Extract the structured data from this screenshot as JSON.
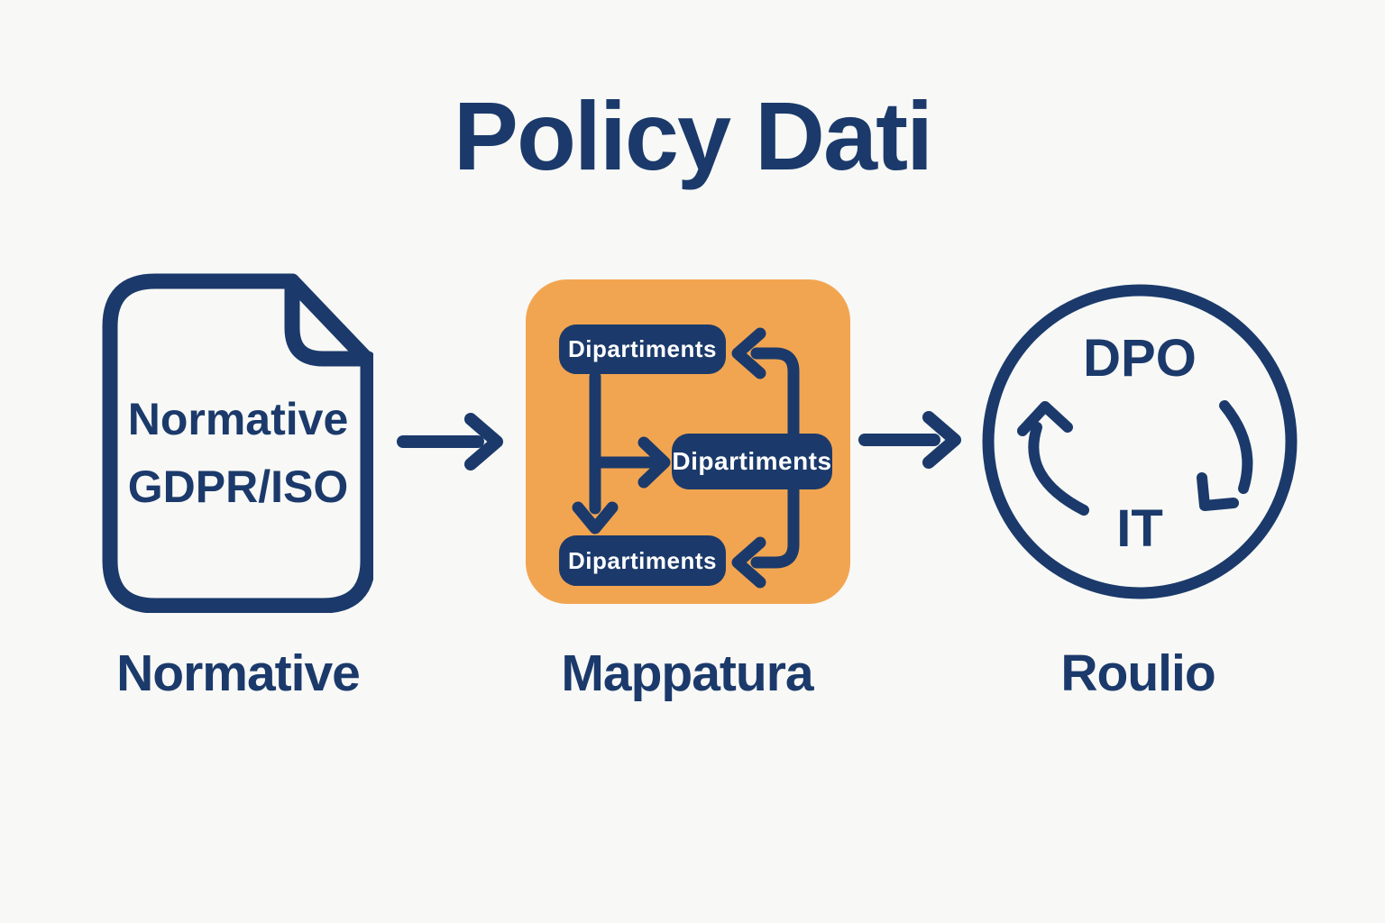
{
  "title": "Policy Dati",
  "colors": {
    "navy": "#1b3a6b",
    "orange": "#f2a551",
    "background": "#f8f8f6",
    "pill_text": "#ffffff"
  },
  "steps": {
    "normative": {
      "label": "Normative",
      "icon": "document-icon",
      "document_lines": {
        "line1": "Normative",
        "line2": "GDPR/ISO"
      }
    },
    "mappatura": {
      "label": "Mappatura",
      "icon": "flow-box-icon",
      "pills": {
        "top": "Dipartiments",
        "middle": "Dipartiments",
        "bottom": "Dipartiments"
      }
    },
    "roulio": {
      "label": "Roulio",
      "icon": "cycle-icon",
      "top_text": "DPO",
      "bottom_text": "IT"
    }
  }
}
